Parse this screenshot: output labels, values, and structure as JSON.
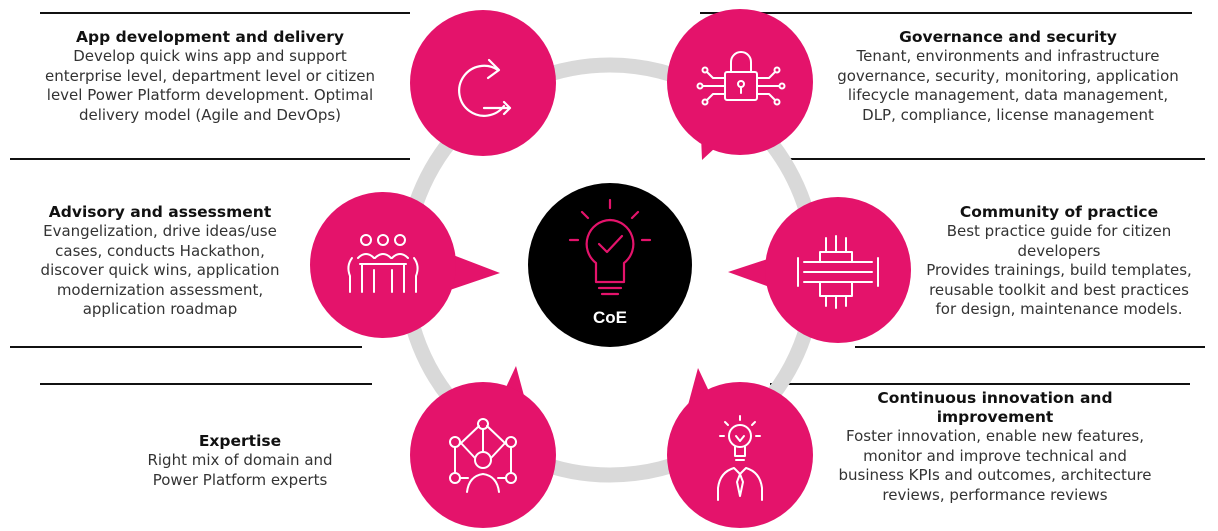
{
  "colors": {
    "accent": "#E4136B",
    "hub": "#000000",
    "ring": "#D9D9D9",
    "rule": "#111111"
  },
  "hub": {
    "label": "CoE",
    "icon": "lightbulb-check-icon"
  },
  "nodes": [
    {
      "id": "app",
      "title": "App development and delivery",
      "lines": [
        "Develop quick wins app and support",
        "enterprise level, department level or citizen",
        "level Power Platform development. Optimal",
        "delivery model (Agile and DevOps)"
      ],
      "icon": "cycle-arrow-icon"
    },
    {
      "id": "governance",
      "title": "Governance and security",
      "lines": [
        "Tenant, environments and infrastructure",
        "governance, security, monitoring, application",
        "lifecycle management, data management,",
        "DLP, compliance, license management"
      ],
      "icon": "circuit-lock-icon"
    },
    {
      "id": "advisory",
      "title": "Advisory and assessment",
      "lines": [
        "Evangelization, drive ideas/use",
        "cases, conducts Hackathon,",
        "discover quick wins, application",
        "modernization assessment,",
        "application roadmap"
      ],
      "icon": "meeting-people-icon"
    },
    {
      "id": "community",
      "title": "Community of practice",
      "lines": [
        "Best practice guide for citizen",
        "developers",
        "Provides trainings, build templates,",
        "reusable toolkit and best practices",
        "for design, maintenance models."
      ],
      "icon": "stacked-hands-icon"
    },
    {
      "id": "expertise",
      "title": "Expertise",
      "lines": [
        "Right mix of domain and",
        "Power Platform experts"
      ],
      "icon": "network-person-icon"
    },
    {
      "id": "innovation",
      "title": "Continuous innovation and improvement",
      "lines": [
        "Foster innovation, enable new features,",
        "monitor and improve technical and",
        "business KPIs and outcomes, architecture",
        "reviews, performance reviews"
      ],
      "icon": "idea-person-icon"
    }
  ]
}
